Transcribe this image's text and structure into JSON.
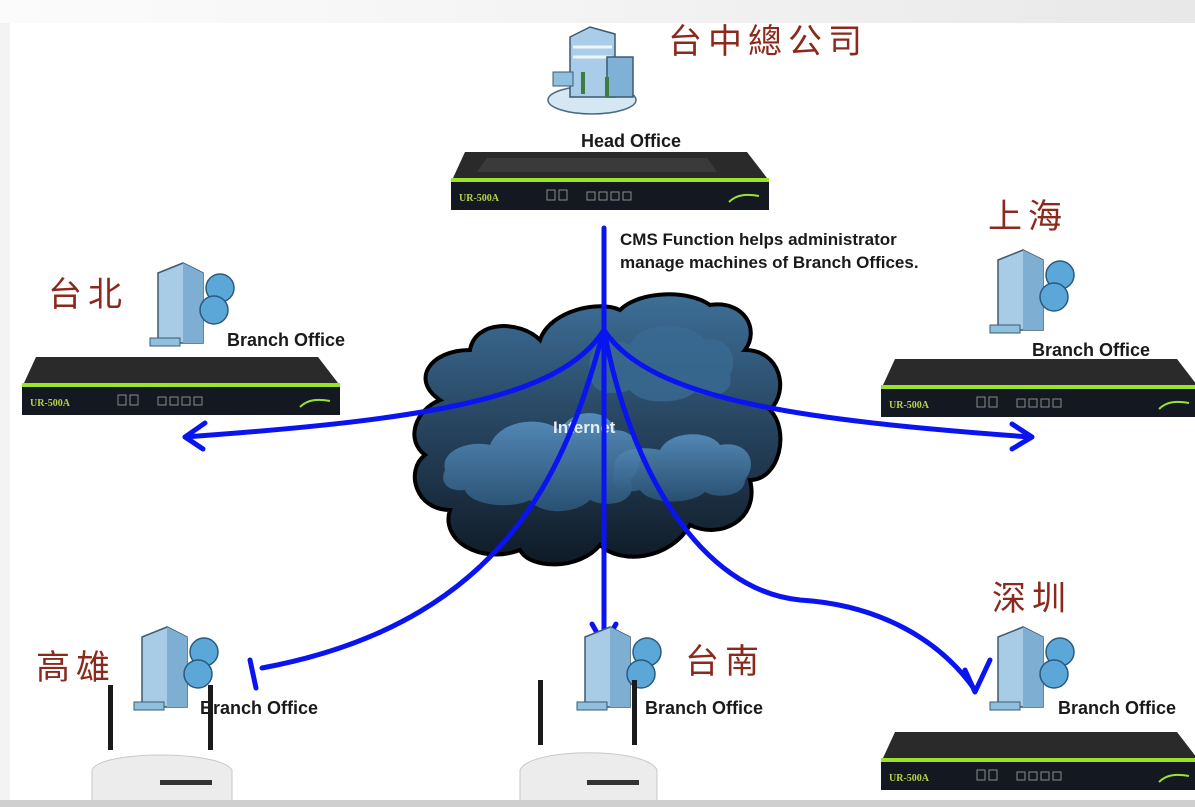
{
  "title": "CMS Function network topology",
  "head_office": {
    "city": "台中總公司",
    "label": "Head Office",
    "device_model": "UR-500A"
  },
  "note": {
    "line1": "CMS Function helps administrator",
    "line2": "manage machines of Branch Offices."
  },
  "cloud": {
    "label": "Internet"
  },
  "branches": [
    {
      "city": "台北",
      "label": "Branch Office",
      "device_model": "UR-500A",
      "device_type": "rack-router"
    },
    {
      "city": "上海",
      "label": "Branch Office",
      "device_model": "UR-500A",
      "device_type": "rack-router"
    },
    {
      "city": "高雄",
      "label": "Branch Office",
      "device_type": "wireless-router"
    },
    {
      "city": "台南",
      "label": "Branch Office",
      "device_type": "wireless-router"
    },
    {
      "city": "深圳",
      "label": "Branch Office",
      "device_model": "UR-500A",
      "device_type": "rack-router"
    }
  ],
  "colors": {
    "arrow": "#0a14f0",
    "city_text": "#8b2a1c",
    "device_accent": "#9be32a",
    "cloud": "#2c4f6e"
  }
}
